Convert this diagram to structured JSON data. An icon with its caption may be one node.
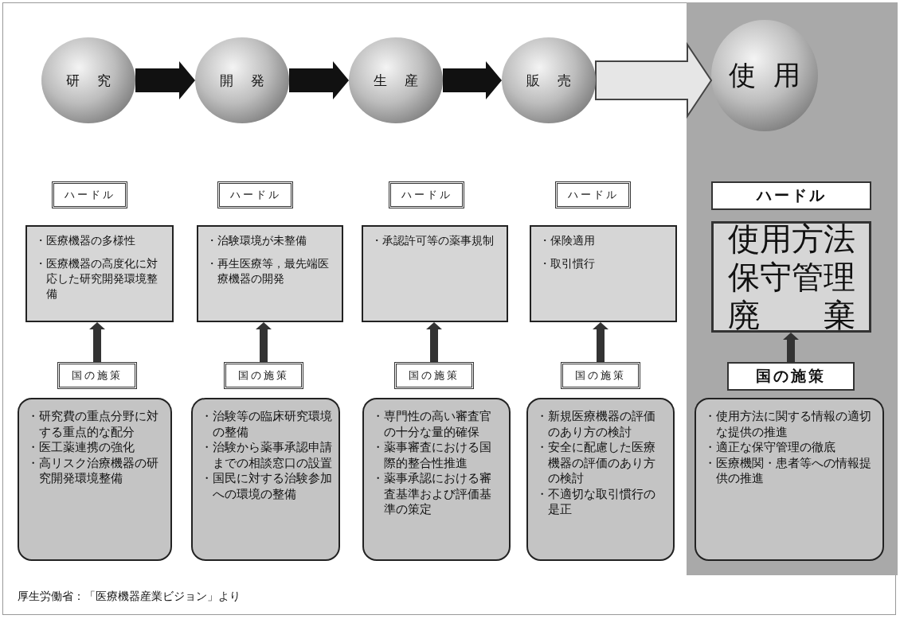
{
  "diagram": {
    "caption": "厚生労働省：「医療機器産業ビジョン」より",
    "nodes": [
      {
        "text": [
          "研究"
        ]
      },
      {
        "text": [
          "開発"
        ]
      },
      {
        "text": [
          "生産"
        ]
      },
      {
        "text": [
          "販売"
        ]
      },
      {
        "text": [],
        "shape": "band"
      },
      {
        "text": [
          "使用"
        ],
        "in": 4
      },
      {
        "text": [
          "ハードル"
        ]
      },
      {
        "text": [
          "ハードル"
        ]
      },
      {
        "text": [
          "ハードル"
        ]
      },
      {
        "text": [
          "ハードル"
        ]
      },
      {
        "text": [
          "ハードル"
        ],
        "in": 4
      },
      {
        "text": [
          "・医療機器の多様性",
          "・医療機器の高度化に対応した研究開発環境整備"
        ]
      },
      {
        "text": [
          "・治験環境が未整備",
          "・再生医療等，最先端医療機器の開発"
        ]
      },
      {
        "text": [
          "・承認許可等の薬事規制"
        ]
      },
      {
        "text": [
          "・保険適用",
          "・取引慣行"
        ]
      },
      {
        "text": [
          "使用方法保守管理廃棄"
        ],
        "in": 4
      },
      {
        "text": [
          "国の施策"
        ]
      },
      {
        "text": [
          "国の施策"
        ]
      },
      {
        "text": [
          "国の施策"
        ]
      },
      {
        "text": [
          "国の施策"
        ]
      },
      {
        "text": [
          "国の施策"
        ],
        "in": 4
      },
      {
        "text": [
          "・研究費の重点分野に対する重点的な配分",
          "・医工薬連携の強化",
          "・高リスク治療機器の研究開発環境整備"
        ]
      },
      {
        "text": [
          "・治験等の臨床研究環境の整備",
          "・治験から薬事承認申請までの相談窓口の設置",
          "・国民に対する治験参加への環境の整備"
        ]
      },
      {
        "text": [
          "・専門性の高い審査官の十分な量的確保",
          "・薬事審査における国際的整合性推進",
          "・薬事承認における審査基準および評価基準の策定"
        ]
      },
      {
        "text": [
          "・新規医療機器の評価のあり方の検討",
          "・安全に配慮した医療機器の評価のあり方の検討",
          "・不適切な取引慣行の是正"
        ]
      },
      {
        "text": [
          "・使用方法に関する情報の適切な提供の推進",
          "・適正な保守管理の徹底",
          "・医療機関・患者等への情報提供の推進"
        ],
        "in": 4
      }
    ],
    "edges": [
      {
        "from": 0,
        "to": 1,
        "arrow": "to"
      },
      {
        "from": 1,
        "to": 2,
        "arrow": "to"
      },
      {
        "from": 2,
        "to": 3,
        "arrow": "to"
      },
      {
        "from": 3,
        "to": 5,
        "arrow": "to",
        "color": "#e6e6e6"
      },
      {
        "from": 16,
        "to": 11,
        "arrow": "to"
      },
      {
        "from": 17,
        "to": 12,
        "arrow": "to"
      },
      {
        "from": 18,
        "to": 13,
        "arrow": "to"
      },
      {
        "from": 19,
        "to": 14,
        "arrow": "to"
      },
      {
        "from": 20,
        "to": 15,
        "arrow": "to"
      }
    ]
  }
}
